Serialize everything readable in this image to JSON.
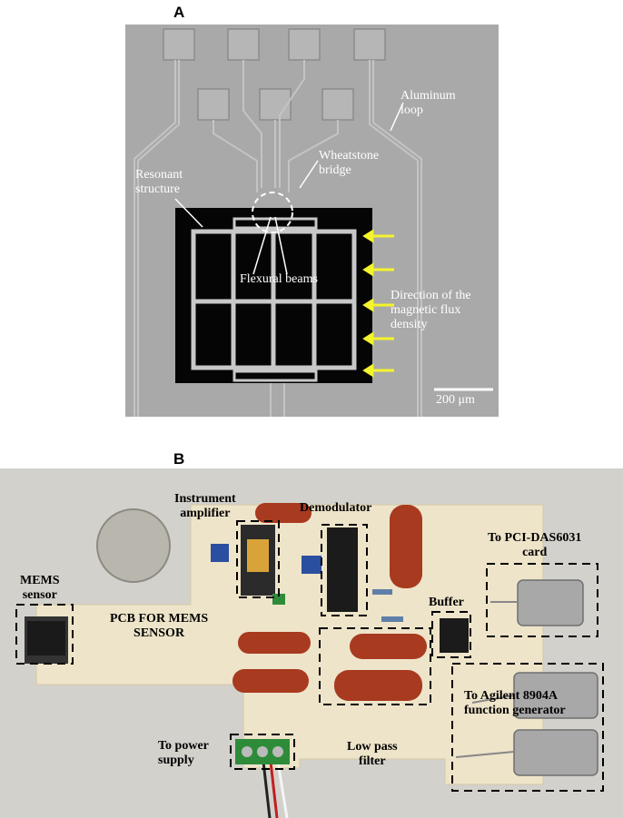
{
  "panel_a": {
    "letter": "A",
    "labels": {
      "aluminum_loop": [
        "Aluminum",
        "loop"
      ],
      "wheatstone_bridge": [
        "Wheatstone",
        "bridge"
      ],
      "resonant_structure": [
        "Resonant",
        "structure"
      ],
      "flexural_beams": "Flexural beams",
      "magnetic_flux": [
        "Direction of the",
        "magnetic flux",
        "density"
      ],
      "scale_bar": "200 μm"
    },
    "colors": {
      "background": "#a9a9a9",
      "cavity": "#050505",
      "arrow": "#f4f42c"
    }
  },
  "panel_b": {
    "letter": "B",
    "labels": {
      "instrument_amplifier": [
        "Instrument",
        "amplifier"
      ],
      "demodulator": "Demodulator",
      "to_pci": [
        "To PCI-DAS6031",
        "card"
      ],
      "mems_sensor": [
        "MEMS",
        "sensor"
      ],
      "pcb": [
        "PCB FOR MEMS",
        "SENSOR"
      ],
      "buffer": "Buffer",
      "to_agilent": [
        "To Agilent 8904A",
        "function generator"
      ],
      "to_power": [
        "To power",
        "supply"
      ],
      "low_pass": [
        "Low pass",
        "filter"
      ]
    },
    "colors": {
      "pcb": "#eee4c9",
      "capacitor": "#a83a1f",
      "terminal": "#2e8b3a"
    }
  }
}
